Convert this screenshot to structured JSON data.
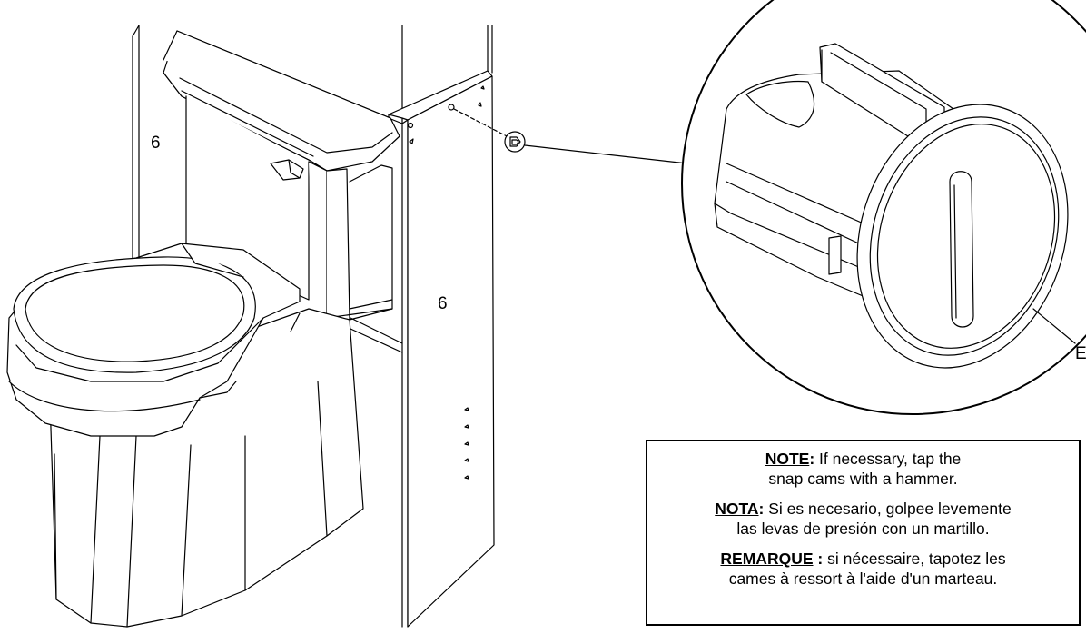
{
  "labels": {
    "left_panel": "6",
    "front_panel": "6",
    "detail_callout": "E"
  },
  "note": {
    "english": {
      "keyword": "NOTE",
      "colon": ":",
      "text": " If necessary, tap the",
      "line2": "snap cams with a hammer."
    },
    "spanish": {
      "keyword": "NOTA",
      "colon": ":",
      "text": " Si es necesario, golpee levemente",
      "line2": "las levas de presión con un martillo."
    },
    "french": {
      "keyword": "REMARQUE",
      "colon": " :",
      "text": " si nécessaire, tapotez les",
      "line2": "cames à ressort à l'aide d'un marteau."
    }
  }
}
